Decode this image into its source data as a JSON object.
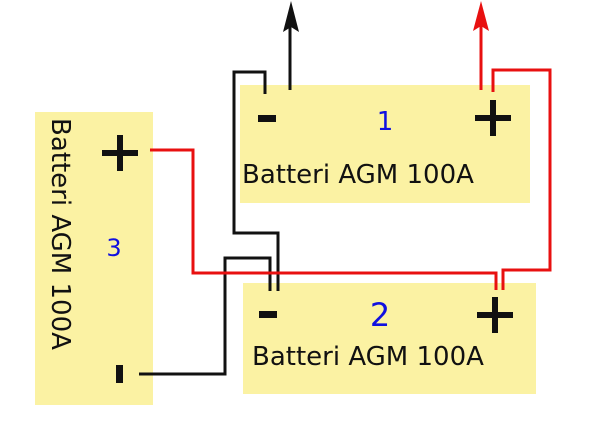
{
  "diagram": {
    "title": "",
    "colors": {
      "battery_fill": "#fbf2a3",
      "negative_wire": "#111111",
      "positive_wire": "#e81010",
      "battery_number": "#1010e0"
    },
    "batteries": [
      {
        "id": "1",
        "number": "1",
        "label": "Batteri AGM 100A",
        "negative_symbol": "-",
        "positive_symbol": "+"
      },
      {
        "id": "2",
        "number": "2",
        "label": "Batteri AGM 100A",
        "negative_symbol": "-",
        "positive_symbol": "+"
      },
      {
        "id": "3",
        "number": "3",
        "label": "Batteri AGM 100A",
        "negative_symbol": "-",
        "positive_symbol": "+"
      }
    ],
    "connections": [
      {
        "from": "battery-1-negative",
        "to": "output",
        "polarity": "negative",
        "icon": "arrow-up-icon"
      },
      {
        "from": "battery-1-positive",
        "to": "output",
        "polarity": "positive",
        "icon": "arrow-up-icon"
      },
      {
        "from": "battery-1-negative",
        "to": "battery-2-negative",
        "polarity": "negative"
      },
      {
        "from": "battery-1-positive",
        "to": "battery-2-positive",
        "polarity": "positive"
      },
      {
        "from": "battery-3-positive",
        "to": "battery-2-positive",
        "polarity": "positive"
      },
      {
        "from": "battery-3-negative",
        "to": "battery-2-negative",
        "polarity": "negative"
      }
    ]
  }
}
